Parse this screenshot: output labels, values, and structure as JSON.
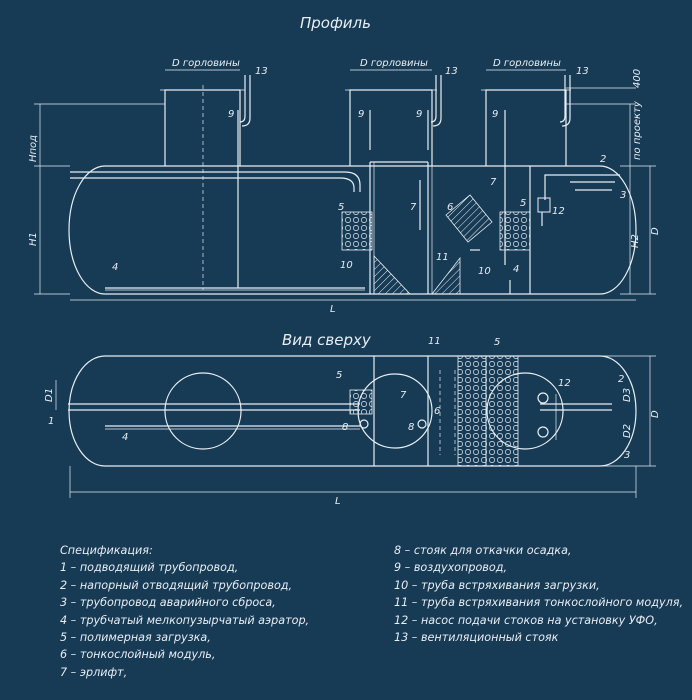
{
  "titles": {
    "profile": "Профиль",
    "top_view": "Вид сверху"
  },
  "dims": {
    "neck_d": "D горловины",
    "h_pod": "Hпод",
    "h1": "H1",
    "h2": "H2",
    "d": "D",
    "l": "L",
    "d1": "D1",
    "d2": "D2",
    "d3": "D3",
    "h400": "400",
    "by_project": "по проекту"
  },
  "callouts": {
    "n1": "1",
    "n2": "2",
    "n3": "3",
    "n4": "4",
    "n5": "5",
    "n6": "6",
    "n7": "7",
    "n8": "8",
    "n9": "9",
    "n10": "10",
    "n11": "11",
    "n12": "12",
    "n13": "13"
  },
  "spec": {
    "heading": "Спецификация:",
    "left": [
      "1 – подводящий трубопровод,",
      "2 – напорный отводящий трубопровод,",
      "3 – трубопровод аварийного сброса,",
      "4 – трубчатый мелкопузырчатый аэратор,",
      "5 – полимерная загрузка,",
      "6 – тонкослойный модуль,",
      "7 – эрлифт,"
    ],
    "right": [
      "8 – стояк для откачки осадка,",
      "9 – воздухопровод,",
      "10 – труба встряхивания загрузки,",
      "11 – труба встряхивания тонкослойного модуля,",
      "12 – насос подачи стоков на установку УФО,",
      "13 – вентиляционный стояк"
    ]
  },
  "colors": {
    "background": "#173a55",
    "line": "#e8eef3"
  }
}
